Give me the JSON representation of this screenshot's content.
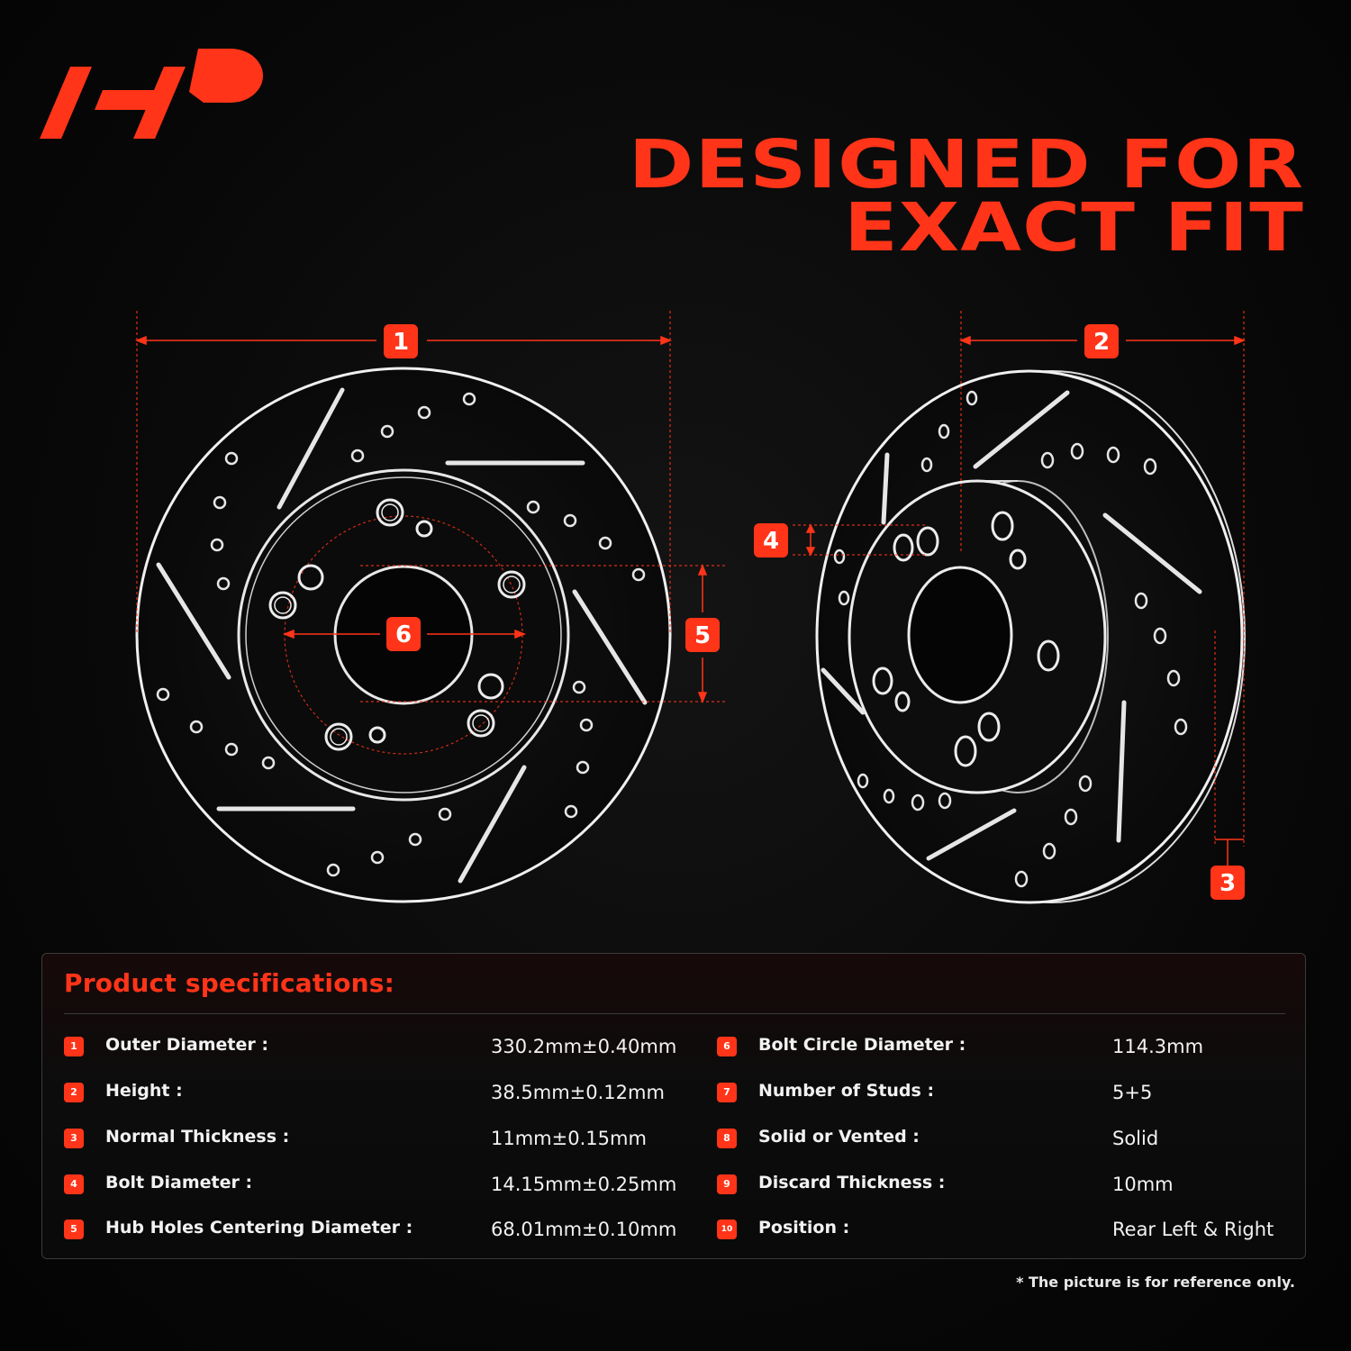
{
  "brand": {
    "logo_icon": "a-premium-logo-icon",
    "accent_color": "#ff3418"
  },
  "headline": {
    "line1": "DESIGNED FOR",
    "line2": "EXACT FIT"
  },
  "diagram": {
    "callouts": [
      "1",
      "2",
      "3",
      "4",
      "5",
      "6"
    ],
    "front_view_icon": "brake-rotor-front-view",
    "angled_view_icon": "brake-rotor-angled-view"
  },
  "specs": {
    "title": "Product specifications:",
    "left": [
      {
        "num": "1",
        "label": "Outer Diameter :",
        "value": "330.2mm±0.40mm"
      },
      {
        "num": "2",
        "label": "Height :",
        "value": "38.5mm±0.12mm"
      },
      {
        "num": "3",
        "label": "Normal Thickness :",
        "value": "11mm±0.15mm"
      },
      {
        "num": "4",
        "label": "Bolt Diameter :",
        "value": "14.15mm±0.25mm"
      },
      {
        "num": "5",
        "label": "Hub Holes Centering Diameter :",
        "value": "68.01mm±0.10mm"
      }
    ],
    "right": [
      {
        "num": "6",
        "label": "Bolt Circle Diameter :",
        "value": "114.3mm"
      },
      {
        "num": "7",
        "label": "Number of Studs :",
        "value": "5+5"
      },
      {
        "num": "8",
        "label": "Solid or Vented :",
        "value": "Solid"
      },
      {
        "num": "9",
        "label": "Discard Thickness :",
        "value": "10mm"
      },
      {
        "num": "10",
        "label": "Position :",
        "value": "Rear Left & Right"
      }
    ]
  },
  "footnote": "* The picture is for reference only."
}
